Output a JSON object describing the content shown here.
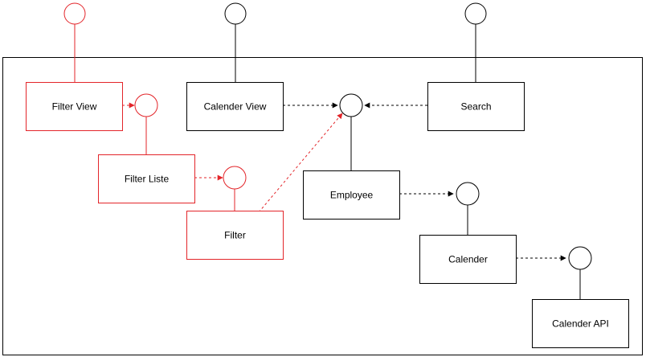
{
  "diagram": {
    "colors": {
      "default": "#000000",
      "highlight": "#e3252a",
      "background": "#ffffff"
    },
    "boxes": [
      {
        "id": "filter-view",
        "label": "Filter View",
        "highlight": true
      },
      {
        "id": "calender-view",
        "label": "Calender View",
        "highlight": false
      },
      {
        "id": "search",
        "label": "Search",
        "highlight": false
      },
      {
        "id": "filter-liste",
        "label": "Filter Liste",
        "highlight": true
      },
      {
        "id": "employee",
        "label": "Employee",
        "highlight": false
      },
      {
        "id": "filter",
        "label": "Filter",
        "highlight": true
      },
      {
        "id": "calender",
        "label": "Calender",
        "highlight": false
      },
      {
        "id": "calender-api",
        "label": "Calender API",
        "highlight": false
      }
    ],
    "connections": [
      {
        "from": "filter-view",
        "to": "filter-liste-interface",
        "style": "dashed-arrow",
        "highlight": true
      },
      {
        "from": "filter-liste",
        "to": "filter-interface",
        "style": "dashed-arrow",
        "highlight": true
      },
      {
        "from": "filter",
        "to": "employee-interface",
        "style": "dashed-arrow",
        "highlight": true
      },
      {
        "from": "calender-view",
        "to": "employee-interface",
        "style": "dashed-arrow",
        "highlight": false
      },
      {
        "from": "search",
        "to": "employee-interface",
        "style": "dashed-arrow",
        "highlight": false
      },
      {
        "from": "employee",
        "to": "calender-interface",
        "style": "dashed-arrow",
        "highlight": false
      },
      {
        "from": "calender",
        "to": "calender-api-interface",
        "style": "dashed-arrow",
        "highlight": false
      }
    ]
  }
}
